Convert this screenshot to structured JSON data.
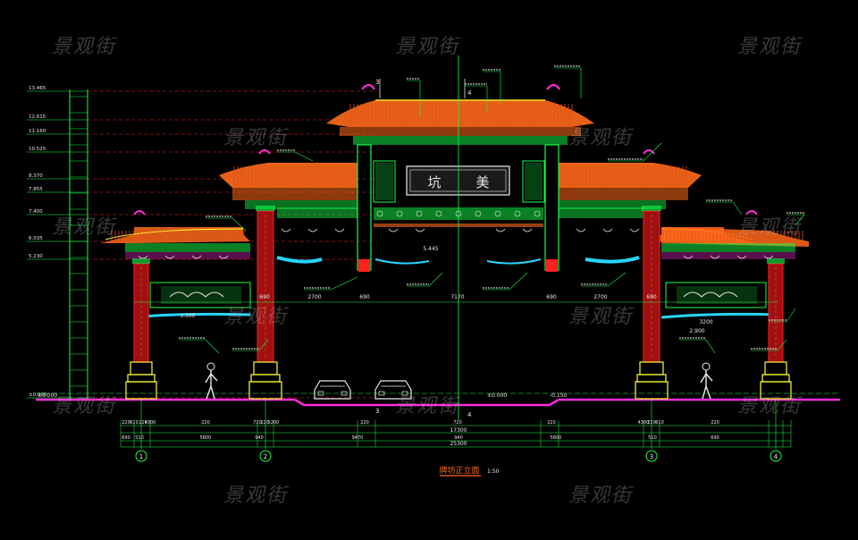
{
  "watermark": "景观街",
  "drawing": {
    "title_text": "牌坊正立面",
    "title_scale": "1:50",
    "plaque_chars": [
      "坑",
      "美"
    ],
    "axis_labels": [
      "1",
      "2",
      "3",
      "4"
    ],
    "top_markers": [
      "3",
      "4"
    ],
    "bottom_markers": [
      "3",
      "4"
    ],
    "elevation_marks": [
      "13.465",
      "12.615",
      "11.160",
      "10.525",
      "8.370",
      "7.855",
      "7.400",
      "6.035",
      "5.230",
      "±0.000"
    ],
    "ground_level_left": "±0.000",
    "ground_level_center": "±0.000",
    "ground_level_right": "-0.150",
    "dim_row1": [
      "220",
      "610",
      "220",
      "4300",
      "220",
      "720",
      "220",
      "5200",
      "220",
      "720",
      "220",
      "4300",
      "220",
      "610",
      "220"
    ],
    "dim_row2": [
      "690",
      "510",
      "5800",
      "940",
      "9470",
      "940",
      "5800",
      "510",
      "690"
    ],
    "dim_total": "25300",
    "dim_center": "17300",
    "span_dims": [
      "2700",
      "7170",
      "2700"
    ],
    "post_dims": [
      "690",
      "690",
      "690",
      "690"
    ],
    "inner_dim": "3200",
    "small_dims": [
      "5.445",
      "3.500",
      "2.900"
    ]
  },
  "colors": {
    "bg": "#000000",
    "roof": "#ff6a1a",
    "roof_dark": "#e0501a",
    "green": "#16ff4a",
    "magenta": "#ff2bd6",
    "yellow": "#ffff33",
    "cyan": "#25d6ff",
    "red": "#ff2020",
    "white": "#e8e8e8",
    "dim": "#33ff66",
    "dark_red": "#a01010"
  }
}
